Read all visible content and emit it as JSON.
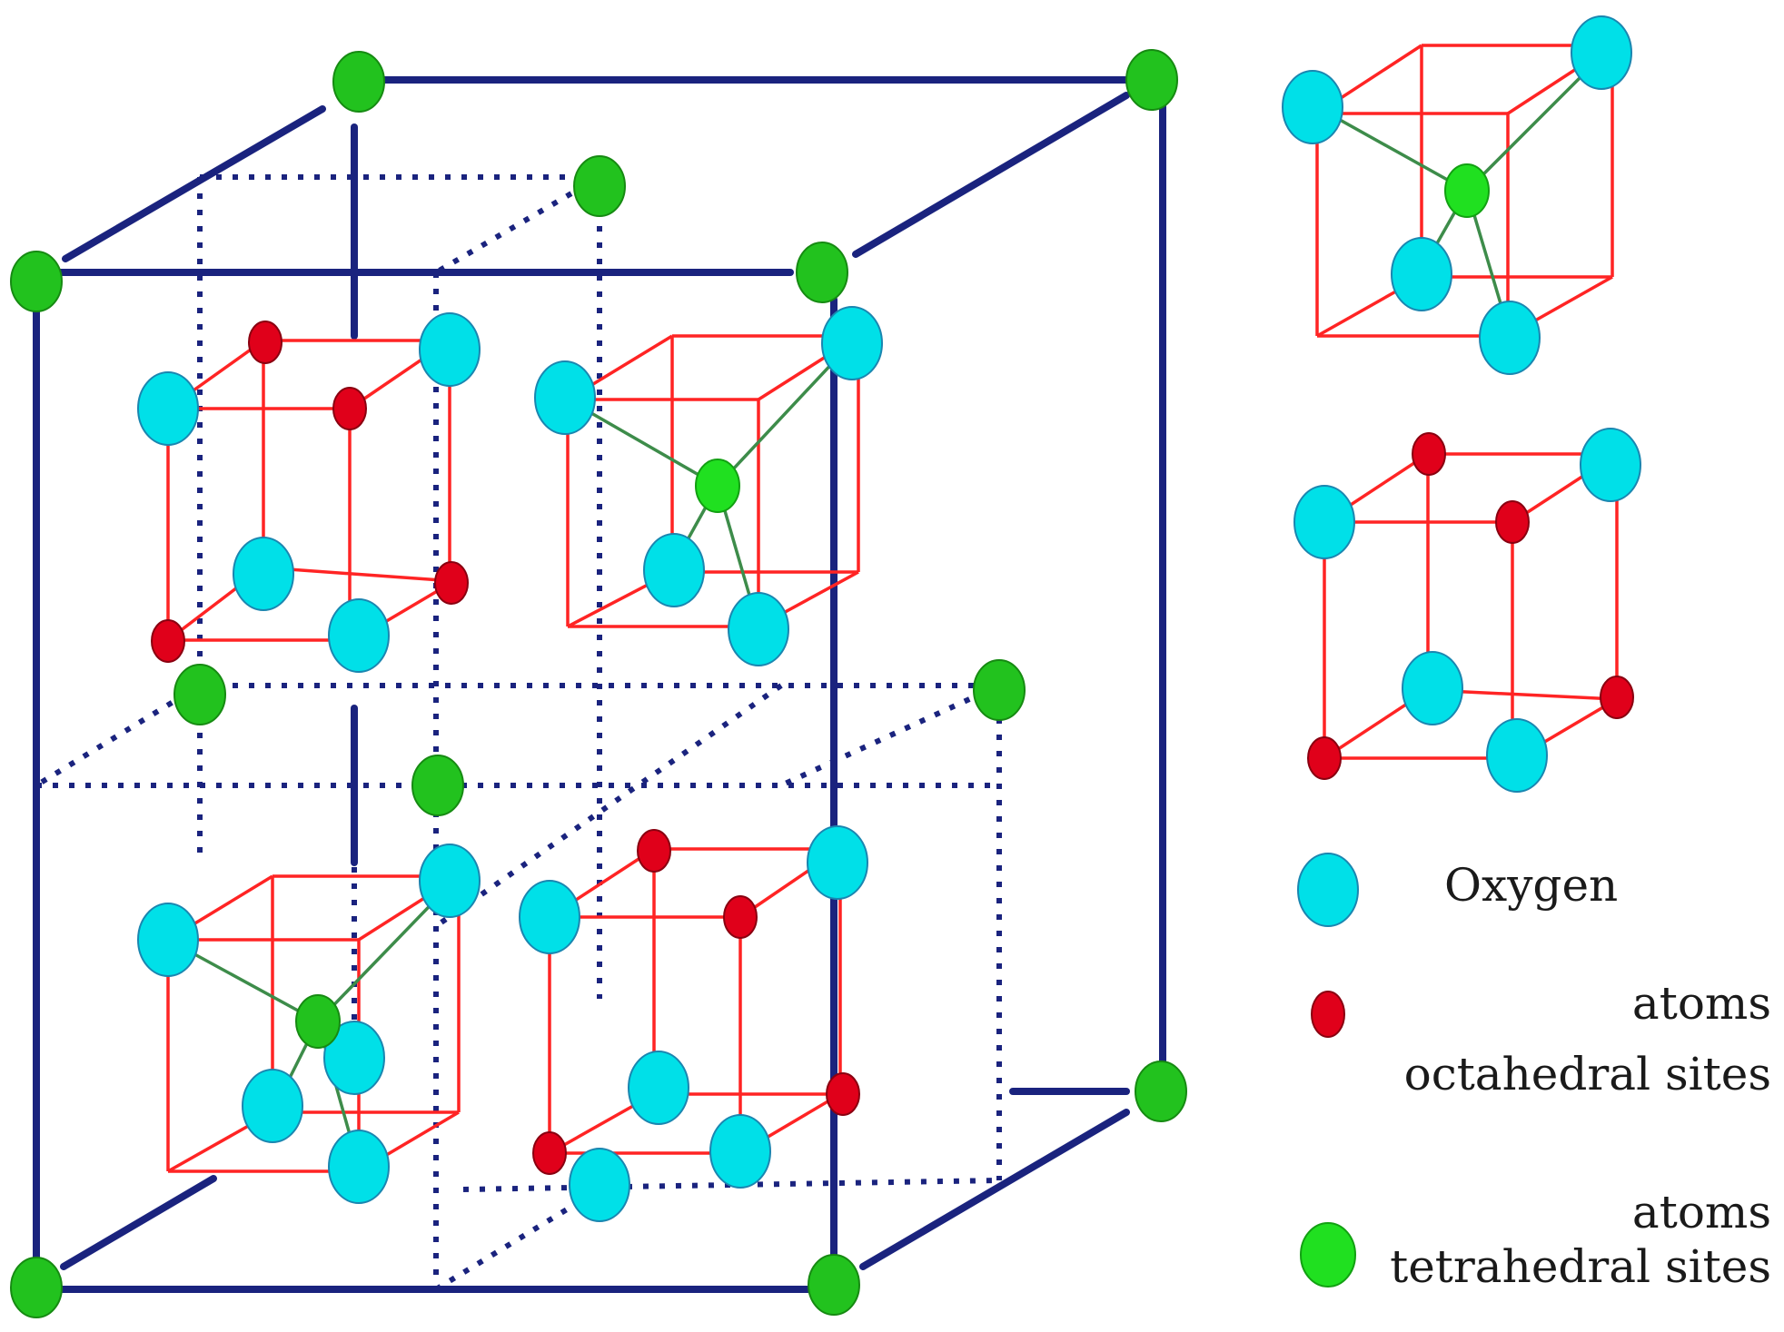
{
  "legend": [
    {
      "label": "Oxygen"
    },
    {
      "label": "atoms\noctahedral sites"
    },
    {
      "label": "atoms\ntetrahedral sites"
    }
  ],
  "colors": {
    "oxygen": "#00e0e8",
    "octahedral": "#e0001a",
    "tetrahedral": "#22c21e",
    "outer_frame": "#1a237e",
    "sub_cube": "#ff2424",
    "bond": "#3d8c4a"
  }
}
